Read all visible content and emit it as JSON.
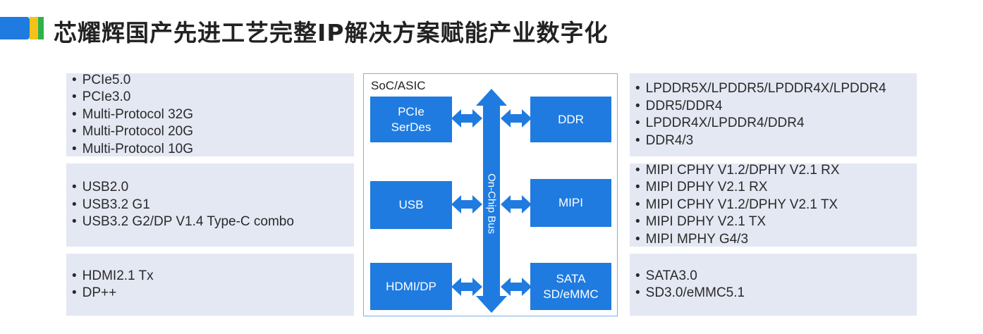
{
  "title": "芯耀辉国产先进工艺完整IP解决方案赋能产业数字化",
  "colors": {
    "accent_blue": "#1f7be0",
    "accent_yellow": "#f4c21b",
    "accent_green": "#2db34a",
    "panel_bg": "#e4e8f3"
  },
  "left_panels": [
    {
      "items": [
        "PCIe5.0",
        "PCIe3.0",
        "Multi-Protocol 32G",
        "Multi-Protocol 20G",
        "Multi-Protocol 10G"
      ]
    },
    {
      "items": [
        "USB2.0",
        "USB3.2 G1",
        "USB3.2 G2/DP V1.4 Type-C combo"
      ]
    },
    {
      "items": [
        "HDMI2.1 Tx",
        "DP++"
      ]
    }
  ],
  "right_panels": [
    {
      "items": [
        "LPDDR5X/LPDDR5/LPDDR4X/LPDDR4",
        "DDR5/DDR4",
        "LPDDR4X/LPDDR4/DDR4",
        "DDR4/3"
      ]
    },
    {
      "items": [
        "MIPI CPHY V1.2/DPHY V2.1 RX",
        "MIPI DPHY V2.1 RX",
        "MIPI CPHY V1.2/DPHY V2.1 TX",
        "MIPI DPHY V2.1 TX",
        "MIPI MPHY G4/3"
      ]
    },
    {
      "items": [
        "SATA3.0",
        "SD3.0/eMMC5.1"
      ]
    }
  ],
  "soc": {
    "label": "SoC/ASIC",
    "bus_label": "On-Chip Bus",
    "blocks": {
      "pcie": [
        "PCIe",
        "SerDes"
      ],
      "usb": "USB",
      "hdmi": "HDMI/DP",
      "ddr": "DDR",
      "mipi": "MIPI",
      "sata": [
        "SATA",
        "SD/eMMC"
      ]
    }
  }
}
